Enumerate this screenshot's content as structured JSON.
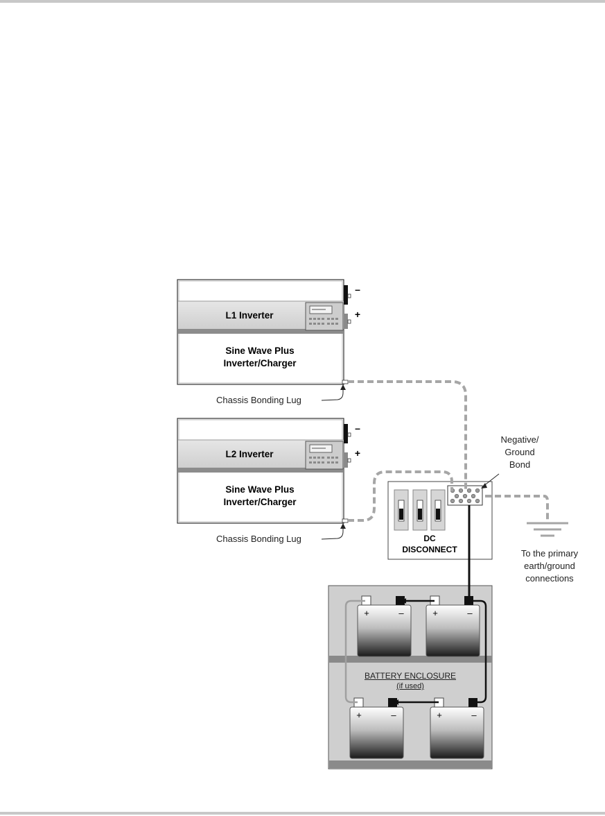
{
  "figure": {
    "inverter_l1": {
      "name": "L1 Inverter",
      "model_line1": "Sine Wave Plus",
      "model_line2": "Inverter/Charger",
      "neg_symbol": "–",
      "pos_symbol": "+"
    },
    "inverter_l2": {
      "name": "L2 Inverter",
      "model_line1": "Sine Wave Plus",
      "model_line2": "Inverter/Charger",
      "neg_symbol": "–",
      "pos_symbol": "+"
    },
    "chassis_lug_l1": "Chassis Bonding Lug",
    "chassis_lug_l2": "Chassis Bonding Lug",
    "ground_bond_line1": "Negative/",
    "ground_bond_line2": "Ground",
    "ground_bond_line3": "Bond",
    "disconnect_line1": "DC",
    "disconnect_line2": "DISCONNECT",
    "earth_line1": "To the primary",
    "earth_line2": "earth/ground",
    "earth_line3": "connections",
    "enclosure_line1": "BATTERY ENCLOSURE",
    "enclosure_line2": "(if used)",
    "battery_pos": "+",
    "battery_neg": "–"
  },
  "colors": {
    "inverter_band": "#d9d9d9",
    "inverter_stripe": "#8c8c8c",
    "enclosure_bg": "#cfcfcf",
    "shelf": "#8a8a8a",
    "ground_wire": "#a6a6a6",
    "neg_wire": "#111111",
    "pos_wire": "#a0a0a0"
  }
}
